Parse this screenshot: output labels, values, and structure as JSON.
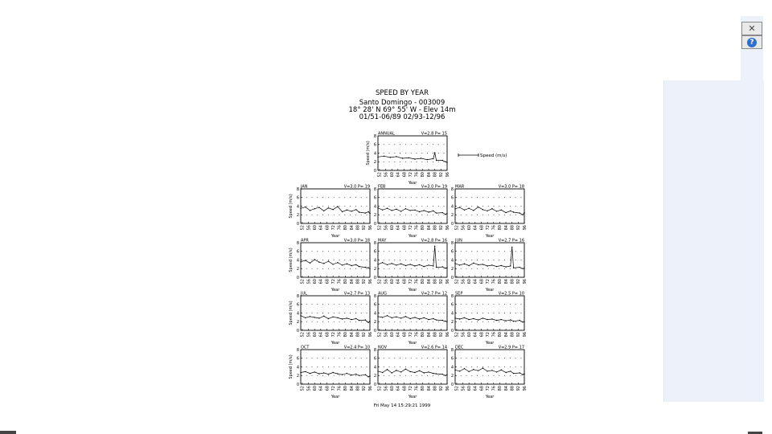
{
  "header": {
    "title": "SPEED BY YEAR",
    "station": "Santo Domingo - 003009",
    "location": "18° 28' N    69° 55' W - Elev    14m",
    "period": "01/51-06/89 02/93-12/96"
  },
  "legend": {
    "label": "Speed (m/s)"
  },
  "footer": {
    "timestamp": "Fri May 14 15:29:21 1999"
  },
  "axes": {
    "ylabel": "Speed (m/s)",
    "xlabel": "Year",
    "yticks": [
      "0",
      "2",
      "4",
      "6",
      "8"
    ],
    "xticks": [
      "52",
      "56",
      "60",
      "64",
      "68",
      "72",
      "76",
      "80",
      "84",
      "88",
      "92",
      "96"
    ]
  },
  "window_controls": {
    "close_icon": "close-icon",
    "help_icon": "help-icon",
    "help_glyph": "?"
  },
  "chart_data": {
    "type": "line",
    "title": "SPEED BY YEAR",
    "ylabel": "Speed (m/s)",
    "xlabel": "Year",
    "ylim": [
      0,
      8
    ],
    "xlim": [
      1951,
      1996
    ],
    "panels": [
      {
        "id": "annual",
        "label": "ANNUAL",
        "stats": "V=2.8  P= 15",
        "years": [
          1951,
          1955,
          1959,
          1963,
          1967,
          1971,
          1975,
          1979,
          1983,
          1987,
          1988,
          1989,
          1993,
          1995,
          1996
        ],
        "values": [
          3.1,
          3.3,
          3.0,
          3.2,
          2.8,
          2.9,
          2.6,
          2.8,
          2.5,
          2.7,
          4.1,
          2.3,
          2.3,
          2.0,
          1.8
        ]
      },
      {
        "id": "jan",
        "label": "JAN",
        "stats": "V=3.0  P= 19",
        "years": [
          1951,
          1954,
          1957,
          1960,
          1963,
          1966,
          1969,
          1972,
          1975,
          1978,
          1981,
          1984,
          1987,
          1989,
          1993,
          1995,
          1996
        ],
        "values": [
          3.5,
          3.8,
          3.0,
          3.4,
          3.7,
          2.9,
          3.6,
          3.2,
          3.9,
          2.7,
          3.1,
          2.8,
          3.2,
          2.6,
          2.4,
          2.7,
          2.3
        ]
      },
      {
        "id": "feb",
        "label": "FEB",
        "stats": "V=3.0  P= 19",
        "years": [
          1951,
          1954,
          1957,
          1960,
          1963,
          1966,
          1969,
          1972,
          1975,
          1978,
          1981,
          1984,
          1987,
          1989,
          1993,
          1995,
          1996
        ],
        "values": [
          3.6,
          3.1,
          3.5,
          3.0,
          3.3,
          2.8,
          3.4,
          3.0,
          3.1,
          2.7,
          3.0,
          2.6,
          2.9,
          2.4,
          2.5,
          2.1,
          2.3
        ]
      },
      {
        "id": "mar",
        "label": "MAR",
        "stats": "V=3.0  P= 18",
        "years": [
          1951,
          1954,
          1957,
          1960,
          1963,
          1966,
          1969,
          1972,
          1975,
          1978,
          1981,
          1984,
          1987,
          1989,
          1993,
          1995,
          1996
        ],
        "values": [
          3.4,
          3.7,
          3.1,
          3.5,
          3.0,
          3.8,
          3.2,
          2.9,
          3.4,
          2.8,
          3.1,
          2.5,
          2.9,
          2.6,
          2.4,
          2.0,
          2.5
        ]
      },
      {
        "id": "apr",
        "label": "APR",
        "stats": "V=3.0  P= 18",
        "years": [
          1951,
          1954,
          1957,
          1960,
          1963,
          1966,
          1969,
          1972,
          1975,
          1978,
          1981,
          1984,
          1987,
          1989,
          1993,
          1995,
          1996
        ],
        "values": [
          3.6,
          3.9,
          3.3,
          4.1,
          3.5,
          3.2,
          3.7,
          3.0,
          3.4,
          2.8,
          3.1,
          2.7,
          2.9,
          2.5,
          2.3,
          2.2,
          2.0
        ]
      },
      {
        "id": "may",
        "label": "MAY",
        "stats": "V=2.8  P= 16",
        "years": [
          1951,
          1954,
          1957,
          1960,
          1963,
          1966,
          1969,
          1972,
          1975,
          1978,
          1981,
          1984,
          1987,
          1988,
          1989,
          1993,
          1995,
          1996
        ],
        "values": [
          3.0,
          3.4,
          2.9,
          3.2,
          2.8,
          3.1,
          2.7,
          3.0,
          2.6,
          2.9,
          2.5,
          2.8,
          2.6,
          7.2,
          2.3,
          2.4,
          2.1,
          2.2
        ]
      },
      {
        "id": "jun",
        "label": "JUN",
        "stats": "V=2.7  P= 16",
        "years": [
          1951,
          1954,
          1957,
          1960,
          1963,
          1966,
          1969,
          1972,
          1975,
          1978,
          1981,
          1984,
          1987,
          1988,
          1989,
          1993,
          1995,
          1996
        ],
        "values": [
          3.2,
          2.8,
          3.1,
          2.7,
          3.3,
          2.9,
          3.0,
          2.6,
          2.8,
          2.5,
          2.7,
          2.4,
          2.6,
          7.0,
          2.2,
          2.3,
          2.0,
          2.1
        ]
      },
      {
        "id": "jul",
        "label": "JUL",
        "stats": "V=2.7  P= 13",
        "years": [
          1951,
          1954,
          1957,
          1960,
          1963,
          1966,
          1969,
          1972,
          1975,
          1978,
          1981,
          1984,
          1987,
          1989,
          1993,
          1995,
          1996
        ],
        "values": [
          3.4,
          2.9,
          3.2,
          3.0,
          2.8,
          3.3,
          2.7,
          3.1,
          2.9,
          2.6,
          2.8,
          2.5,
          2.7,
          2.3,
          2.4,
          1.8,
          2.1
        ]
      },
      {
        "id": "aug",
        "label": "AUG",
        "stats": "V=2.7  P= 12",
        "years": [
          1951,
          1954,
          1957,
          1960,
          1963,
          1966,
          1969,
          1972,
          1975,
          1978,
          1981,
          1984,
          1987,
          1989,
          1993,
          1995,
          1996
        ],
        "values": [
          3.2,
          3.0,
          3.4,
          2.9,
          3.1,
          2.8,
          3.2,
          2.7,
          3.0,
          2.6,
          2.9,
          2.5,
          2.7,
          2.4,
          2.3,
          2.1,
          2.0
        ]
      },
      {
        "id": "sep",
        "label": "SEP",
        "stats": "V=2.5  P= 10",
        "years": [
          1951,
          1954,
          1957,
          1960,
          1963,
          1966,
          1969,
          1972,
          1975,
          1978,
          1981,
          1984,
          1987,
          1989,
          1993,
          1995,
          1996
        ],
        "values": [
          2.8,
          2.6,
          2.9,
          2.5,
          2.7,
          2.4,
          2.8,
          2.5,
          2.6,
          2.3,
          2.5,
          2.2,
          2.4,
          2.1,
          2.3,
          1.9,
          2.0
        ]
      },
      {
        "id": "oct",
        "label": "OCT",
        "stats": "V=2.4  P= 10",
        "years": [
          1951,
          1954,
          1957,
          1960,
          1963,
          1966,
          1969,
          1972,
          1975,
          1978,
          1981,
          1984,
          1987,
          1989,
          1993,
          1995,
          1996
        ],
        "values": [
          2.7,
          2.9,
          2.5,
          2.8,
          2.4,
          2.6,
          2.3,
          2.7,
          2.4,
          2.2,
          2.5,
          2.1,
          2.3,
          2.0,
          2.2,
          1.7,
          1.9
        ]
      },
      {
        "id": "nov",
        "label": "NOV",
        "stats": "V=2.6  P= 14",
        "years": [
          1951,
          1954,
          1957,
          1960,
          1963,
          1966,
          1969,
          1972,
          1975,
          1978,
          1981,
          1984,
          1987,
          1989,
          1993,
          1995,
          1996
        ],
        "values": [
          3.0,
          2.7,
          3.4,
          2.6,
          3.2,
          2.8,
          3.5,
          2.9,
          2.7,
          3.1,
          2.6,
          2.8,
          2.5,
          2.4,
          2.3,
          2.0,
          2.2
        ]
      },
      {
        "id": "dec",
        "label": "DEC",
        "stats": "V=2.9  P= 17",
        "years": [
          1951,
          1954,
          1957,
          1960,
          1963,
          1966,
          1969,
          1972,
          1975,
          1978,
          1981,
          1984,
          1987,
          1989,
          1993,
          1995,
          1996
        ],
        "values": [
          3.3,
          3.0,
          3.6,
          2.9,
          3.4,
          3.1,
          3.7,
          3.0,
          3.2,
          2.8,
          3.3,
          2.7,
          3.0,
          2.5,
          2.6,
          2.2,
          2.4
        ]
      }
    ]
  }
}
